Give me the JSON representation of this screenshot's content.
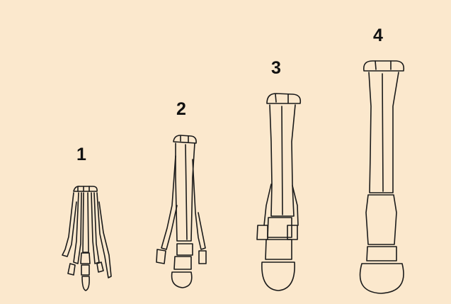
{
  "background": "#fbe8cd",
  "line_color": "#1a1a1a",
  "figures": [
    {
      "label": "1"
    },
    {
      "label": "2"
    },
    {
      "label": "3"
    },
    {
      "label": "4"
    }
  ]
}
